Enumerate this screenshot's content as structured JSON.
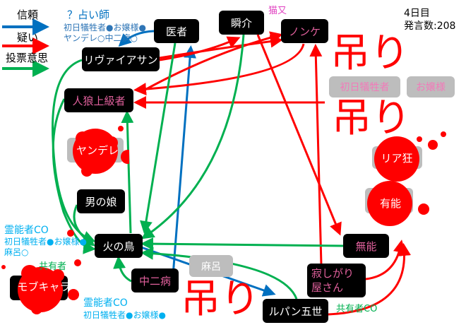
{
  "legend": {
    "trust": "信頼",
    "doubt": "疑い",
    "vote": "投票意思",
    "colors": {
      "trust": "#0070c0",
      "doubt": "#ff0000",
      "vote": "#00b050"
    }
  },
  "status": {
    "day": "4日目",
    "post_count": "発言数:208"
  },
  "annotations": {
    "seer_title": "？占い師",
    "seer_line1": "初日犠牲者●お嬢様●",
    "seer_line2": "ヤンデレ○中二病○",
    "neko": "猫又",
    "medium1_title": "霊能者CO",
    "medium1_line1": "初日犠牲者●お嬢様●",
    "medium1_line2": "麻呂○",
    "sharer1": "共有者",
    "medium2_title": "霊能者CO",
    "medium2_line1": "初日犠牲者●お嬢様●",
    "sharer2": "共有者CO"
  },
  "hanged_label": "吊り",
  "nodes": {
    "doctor": "医者",
    "shunsuke": "瞬介",
    "nonke": "ノンケ",
    "leviathan": "リヴァイアサン",
    "werewolf_expert": "人狼上級者",
    "yandere": "ヤンデレ",
    "otokonoko": "男の娘",
    "hinotori": "火の鳥",
    "chuunibyou": "中二病",
    "maro": "麻呂",
    "lupin": "ルパン五世",
    "munou": "無能",
    "sabishigari": "寂しがり屋さん",
    "mobchara": "モブキャラ",
    "first_victim": "初日犠牲者",
    "ojousama": "お嬢様",
    "riakyou": "リア狂",
    "yuunou": "有能"
  }
}
